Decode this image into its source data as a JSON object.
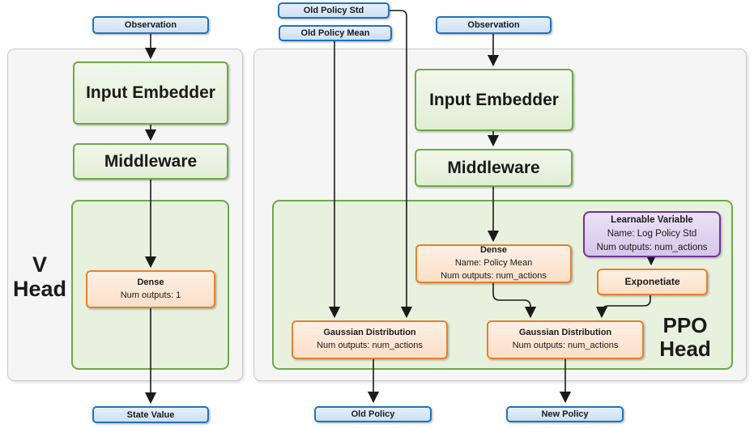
{
  "colors": {
    "blue_border": "#1c74c0",
    "blue_fill_top": "#e6f0fb",
    "blue_fill_bottom": "#cde0f4",
    "green_border": "#6baa47",
    "green_fill_top": "#f1f7eb",
    "green_fill_bottom": "#e2eed6",
    "green_container_fill": "#e8f1de",
    "orange_border": "#e8802f",
    "orange_fill_top": "#fdf0e5",
    "orange_fill_bottom": "#fbdfc7",
    "purple_border": "#7030a0",
    "purple_fill_top": "#eae2f5",
    "purple_fill_bottom": "#d6c6ea",
    "panel_fill": "#f5f5f5",
    "panel_border": "#c9c9c9",
    "line_color": "#1a1a1a",
    "text_color": "#1a1a1a"
  },
  "sources": {
    "old_policy_std": "Old Policy Std",
    "old_policy_mean": "Old Policy Mean",
    "observation_v": "Observation",
    "observation_ppo": "Observation"
  },
  "v_head": {
    "label": {
      "line1": "V",
      "line2": "Head"
    },
    "input_embedder": "Input Embedder",
    "middleware": "Middleware",
    "dense": {
      "title": "Dense",
      "line1": "Num outputs: 1"
    },
    "output": "State Value"
  },
  "ppo_head": {
    "label": {
      "line1": "PPO",
      "line2": "Head"
    },
    "input_embedder": "Input Embedder",
    "middleware": "Middleware",
    "dense": {
      "title": "Dense",
      "line1": "Name: Policy Mean",
      "line2": "Num outputs: num_actions"
    },
    "learnable_variable": {
      "title": "Learnable Variable",
      "line1": "Name: Log Policy Std",
      "line2": "Num outputs: num_actions"
    },
    "exponetiate": "Exponetiate",
    "gaussian_old": {
      "title": "Gaussian Distribution",
      "line1": "Num outputs: num_actions"
    },
    "gaussian_new": {
      "title": "Gaussian Distribution",
      "line1": "Num outputs: num_actions"
    },
    "output_old": "Old Policy",
    "output_new": "New Policy"
  }
}
